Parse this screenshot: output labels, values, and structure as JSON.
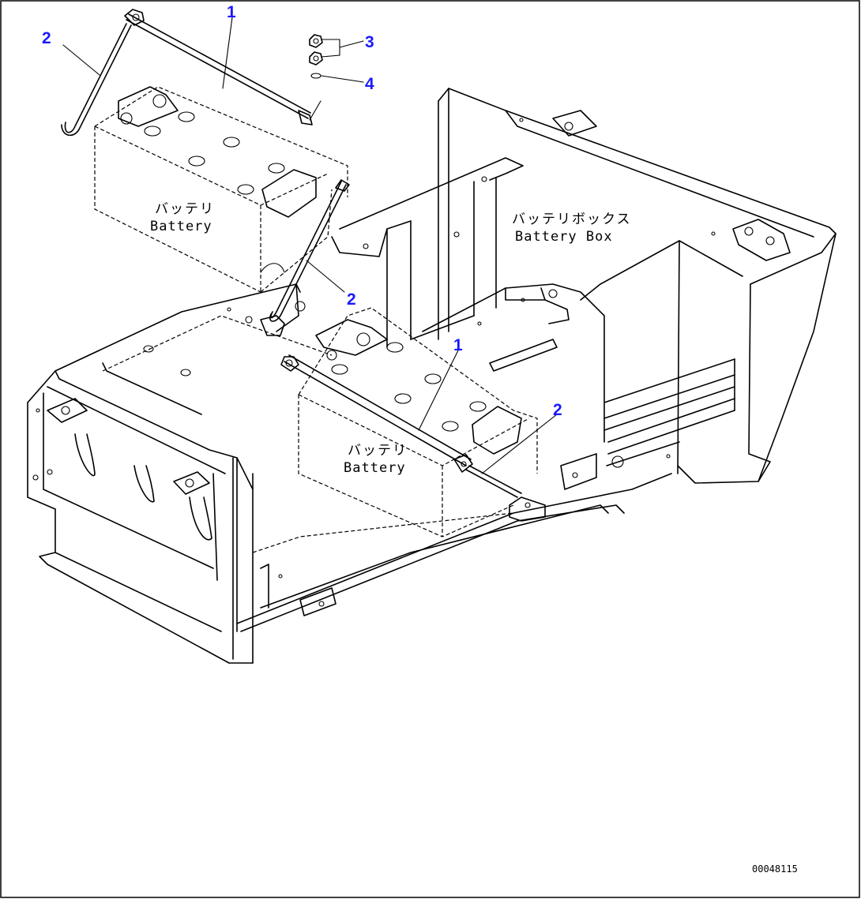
{
  "callouts": {
    "rod_top": "1",
    "rod_bottom": "1",
    "hook_top_left": "2",
    "hook_middle": "2",
    "hook_bottom_right": "2",
    "nuts": "3",
    "washer": "4"
  },
  "labels": {
    "battery_top_jp": "バッテリ",
    "battery_top_en": "Battery",
    "battery_bottom_jp": "バッテリ",
    "battery_bottom_en": "Battery",
    "battery_box_jp": "バッテリボックス",
    "battery_box_en": "Battery Box"
  },
  "drawing_code": "00048115",
  "colors": {
    "callout": "#1a1aff",
    "line": "#000000",
    "background": "#ffffff"
  }
}
